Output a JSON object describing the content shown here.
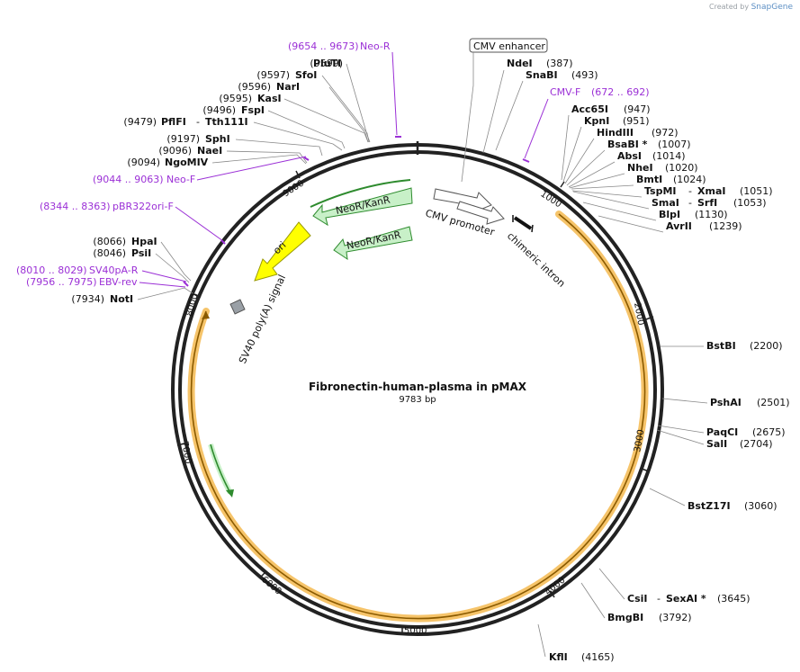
{
  "credit": {
    "prefix": "Created by",
    "brand": "SnapGene"
  },
  "plasmid": {
    "name": "Fibronectin-human-plasma in pMAX",
    "length_label": "9783 bp",
    "length": 9783
  },
  "sites_left": [
    {
      "num": "(9599)",
      "name": "PluTI"
    },
    {
      "num": "(9597)",
      "name": "SfoI"
    },
    {
      "num": "(9596)",
      "name": "NarI"
    },
    {
      "num": "(9595)",
      "name": "KasI"
    },
    {
      "num": "(9496)",
      "name": "FspI"
    },
    {
      "num": "(9479)",
      "name": "PflFI",
      "name2": "Tth111I"
    },
    {
      "num": "(9197)",
      "name": "SphI"
    },
    {
      "num": "(9096)",
      "name": "NaeI"
    },
    {
      "num": "(9094)",
      "name": "NgoMIV"
    },
    {
      "num": "(8066)",
      "name": "HpaI"
    },
    {
      "num": "(8046)",
      "name": "PsiI"
    },
    {
      "num": "(7934)",
      "name": "NotI"
    }
  ],
  "sites_right": [
    {
      "name": "NdeI",
      "num": "(387)"
    },
    {
      "name": "SnaBI",
      "num": "(493)"
    },
    {
      "name": "Acc65I",
      "num": "(947)"
    },
    {
      "name": "KpnI",
      "num": "(951)"
    },
    {
      "name": "HindIII",
      "num": "(972)"
    },
    {
      "name": "BsaBI *",
      "num": "(1007)"
    },
    {
      "name": "AbsI",
      "num": "(1014)"
    },
    {
      "name": "NheI",
      "num": "(1020)"
    },
    {
      "name": "BmtI",
      "num": "(1024)"
    },
    {
      "name": "TspMI",
      "name2": "XmaI",
      "num": "(1051)"
    },
    {
      "name": "SmaI",
      "name2": "SrfI",
      "num": "(1053)"
    },
    {
      "name": "BlpI",
      "num": "(1130)"
    },
    {
      "name": "AvrII",
      "num": "(1239)"
    },
    {
      "name": "BstBI",
      "num": "(2200)"
    },
    {
      "name": "PshAI",
      "num": "(2501)"
    },
    {
      "name": "PaqCI",
      "num": "(2675)"
    },
    {
      "name": "SalI",
      "num": "(2704)"
    },
    {
      "name": "BstZ17I",
      "num": "(3060)"
    },
    {
      "name": "CsiI",
      "name2": "SexAI *",
      "num": "(3645)"
    },
    {
      "name": "BmgBI",
      "num": "(3792)"
    },
    {
      "name": "KflI",
      "num": "(4165)"
    }
  ],
  "primers": [
    {
      "range": "(9654 .. 9673)",
      "name": "Neo-R"
    },
    {
      "range": "(672 .. 692)",
      "name": "CMV-F"
    },
    {
      "range": "(9044 .. 9063)",
      "name": "Neo-F"
    },
    {
      "range": "(8344 .. 8363)",
      "name": "pBR322ori-F"
    },
    {
      "range": "(8010 .. 8029)",
      "name": "SV40pA-R"
    },
    {
      "range": "(7956 .. 7975)",
      "name": "EBV-rev"
    }
  ],
  "features": {
    "cmv_enhancer": "CMV enhancer",
    "cmv_promoter": "CMV promoter",
    "chimeric_intron": "chimeric intron",
    "neor_outer": "NeoR/KanR",
    "neor_inner": "NeoR/KanR",
    "ori": "ori",
    "sv40": "SV40 poly(A) signal"
  },
  "ticks": [
    "1000",
    "2000",
    "3000",
    "4000",
    "5000",
    "6000",
    "7000",
    "8000",
    "9000"
  ],
  "colors": {
    "backbone": "#222222",
    "primer": "#9b30d6",
    "orf_fill": "#f6c46a",
    "neor_fill": "#c8f0c8",
    "neor_stroke": "#2e8b2e",
    "ori_fill": "#ffff00",
    "sv40_fill": "#9aa0a6"
  }
}
